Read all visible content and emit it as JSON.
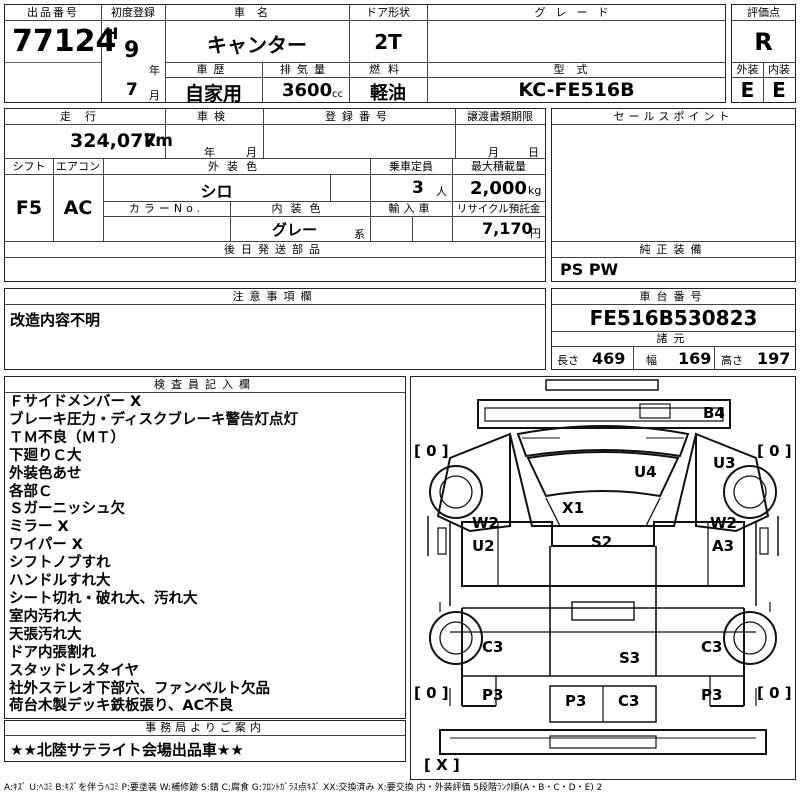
{
  "header": {
    "lot_label": "出品番号",
    "lot_no": "77124",
    "first_reg_label": "初度登録",
    "era": "H",
    "year": "9",
    "year_unit": "年",
    "month": "7",
    "month_unit": "月",
    "car_name_label": "車名",
    "car_name": "キャンター",
    "door_label": "ドア形状",
    "door": "2T",
    "grade_label": "グレード",
    "grade": "",
    "score_label": "評価点",
    "score": "R",
    "history_label": "車歴",
    "history": "自家用",
    "disp_label": "排気量",
    "disp": "3600",
    "disp_unit": "cc",
    "fuel_label": "燃料",
    "fuel": "軽油",
    "model_label": "型式",
    "model": "KC-FE516B",
    "ext_label": "外装",
    "ext_score": "E",
    "int_label": "内装",
    "int_score": "E"
  },
  "spec": {
    "mileage_label": "走行",
    "mileage": "324,077",
    "mileage_unit": "km",
    "inspection_label": "車検",
    "insp_year_unit": "年",
    "insp_month_unit": "月",
    "plate_label": "登録番号",
    "plate": "",
    "deadline_label": "譲渡書類期限",
    "deadline_month_unit": "月",
    "deadline_day_unit": "日",
    "shift_label": "シフト",
    "shift": "F5",
    "ac_label": "エアコン",
    "ac": "AC",
    "color_label": "外装色",
    "color": "シロ",
    "capacity_label": "乗車定員",
    "capacity": "3",
    "capacity_unit": "人",
    "load_label": "最大積載量",
    "load": "2,000",
    "load_unit": "kg",
    "color_no_label": "カラーNo.",
    "color_no": "",
    "int_color_label": "内装色",
    "int_color": "グレー",
    "int_color_unit": "系",
    "import_label": "輸入車",
    "import": "",
    "recycle_label": "リサイクル預託金",
    "recycle": "7,170",
    "recycle_unit": "円"
  },
  "sales": {
    "label": "セールスポイント",
    "text": ""
  },
  "later": {
    "label": "後日発送部品",
    "text": ""
  },
  "equipment": {
    "label": "純正装備",
    "text": "PS PW"
  },
  "caution": {
    "label": "注意事項欄",
    "text": "改造内容不明"
  },
  "chassis": {
    "label": "車台番号",
    "number": "FE516B530823",
    "dims_label": "諸元",
    "length_label": "長さ",
    "length": "469",
    "width_label": "幅",
    "width": "169",
    "height_label": "高さ",
    "height": "197"
  },
  "inspector": {
    "label": "検査員記入欄",
    "lines": [
      "Ｆサイドメンバー X",
      "ブレーキ圧力・ディスクブレーキ警告灯点灯",
      "ＴＭ不良（ＭＴ）",
      "下廻りＣ大",
      "外装色あせ",
      "各部Ｃ",
      "Ｓガーニッシュ欠",
      "ミラー X",
      "ワイパー X",
      "シフトノブすれ",
      "ハンドルすれ大",
      "シート切れ・破れ大、汚れ大",
      "室内汚れ大",
      "天張汚れ大",
      "ドア内張割れ",
      "スタッドレスタイヤ",
      "社外ステレオ下部穴、ファンベルト欠品",
      "荷台木製デッキ鉄板張り、AC不良"
    ]
  },
  "office": {
    "label": "事務局よりご案内",
    "text": "★★北陸サテライト会場出品車★★"
  },
  "diagram": {
    "marks": {
      "b4": "B4",
      "u4": "U4",
      "u3": "U3",
      "x1": "X1",
      "w2l": "W2",
      "w2r": "W2",
      "u2": "U2",
      "s2": "S2",
      "a3": "A3",
      "c3l": "C3",
      "s3": "S3",
      "c3r": "C3",
      "p3l": "P3",
      "p3c": "P3",
      "c3c": "C3",
      "p3r": "P3"
    },
    "tires": {
      "tl": "[ 0 ]",
      "tr": "[ 0 ]",
      "bl": "[ 0 ]",
      "br": "[ 0 ]",
      "spare": "[ X ]"
    }
  },
  "legend": "A:ｷｽﾞ U:ﾍｺﾐ B:ｷｽﾞを伴うﾍｺﾐ P:要塗装 W:補修跡 S:錆 C:腐食 G:ﾌﾛﾝﾄｶﾞﾗｽ点ｷｽﾞ XX:交換済み X:要交換 内・外装評価 5段階ﾗﾝｸ順(A・B・C・D・E) 2"
}
